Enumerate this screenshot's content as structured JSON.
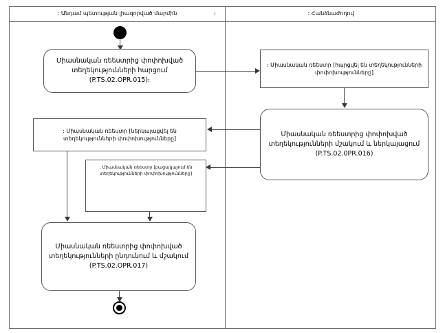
{
  "diagram": {
    "type": "uml-activity-diagram",
    "lanes": [
      {
        "id": "member-state-body",
        "title": ": Անդամ պետության լիազորված մարմին",
        "mark": "։"
      },
      {
        "id": "commission",
        "title": ": Հանձնաժողով"
      }
    ],
    "nodes": {
      "initial": {
        "name": "initial-node"
      },
      "final": {
        "name": "final-node"
      },
      "activity_request": {
        "label": "Միասնական ռեեստրից փոփոխված տեղեկությունների հարցում (P.TS.02.OPR.015)։"
      },
      "object_requested": {
        "label": ": Միասնական ռեեստր [հարցվել են տեղեկությունների փոփոխությունները]"
      },
      "activity_process": {
        "label": "Միասնական ռեեստրից փոփոխված տեղեկությունների մշակում և ներկայացում (P.TS.02.0PR.016)"
      },
      "object_presented": {
        "label": ": Միասնական ռեեստր [ներկայացվել են տեղեկությունների փոփոխությունները]"
      },
      "object_absent": {
        "label": ": Միասնական ռեեստր [բացակայում են տեղեկությունների փոփոխությունները]"
      },
      "activity_receive": {
        "label": "Միասնական ռեեստրից փոփոխված տեղեկությունների ընդունում և մշակում (P.TS.02.OPR.017)"
      }
    },
    "colors": {
      "frame_stroke": "#6e6e6e",
      "node_stroke": "#555555",
      "edge_stroke": "#4a4a4a",
      "control_node_fill": "#000000",
      "background": "#ffffff"
    }
  }
}
